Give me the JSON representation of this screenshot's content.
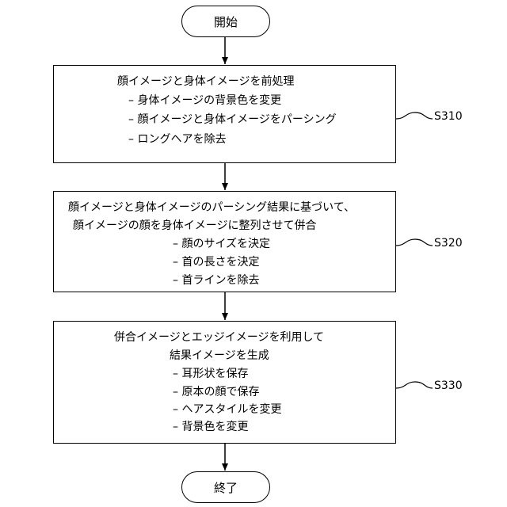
{
  "start": {
    "label": "開始"
  },
  "end": {
    "label": "終了"
  },
  "steps": [
    {
      "id": "S310",
      "lines": [
        "顔イメージと身体イメージを前処理",
        "– 身体イメージの背景色を変更",
        "– 顔イメージと身体イメージをパーシング",
        "– ロングヘアを除去"
      ]
    },
    {
      "id": "S320",
      "lines": [
        "顔イメージと身体イメージのパーシング結果に基づいて、",
        "顔イメージの顔を身体イメージに整列させて併合",
        "– 顔のサイズを決定",
        "– 首の長さを決定",
        "– 首ラインを除去"
      ]
    },
    {
      "id": "S330",
      "lines": [
        "併合イメージとエッジイメージを利用して",
        "結果イメージを生成",
        "– 耳形状を保存",
        "– 原本の顔で保存",
        "– ヘアスタイルを変更",
        "– 背景色を変更"
      ]
    }
  ]
}
